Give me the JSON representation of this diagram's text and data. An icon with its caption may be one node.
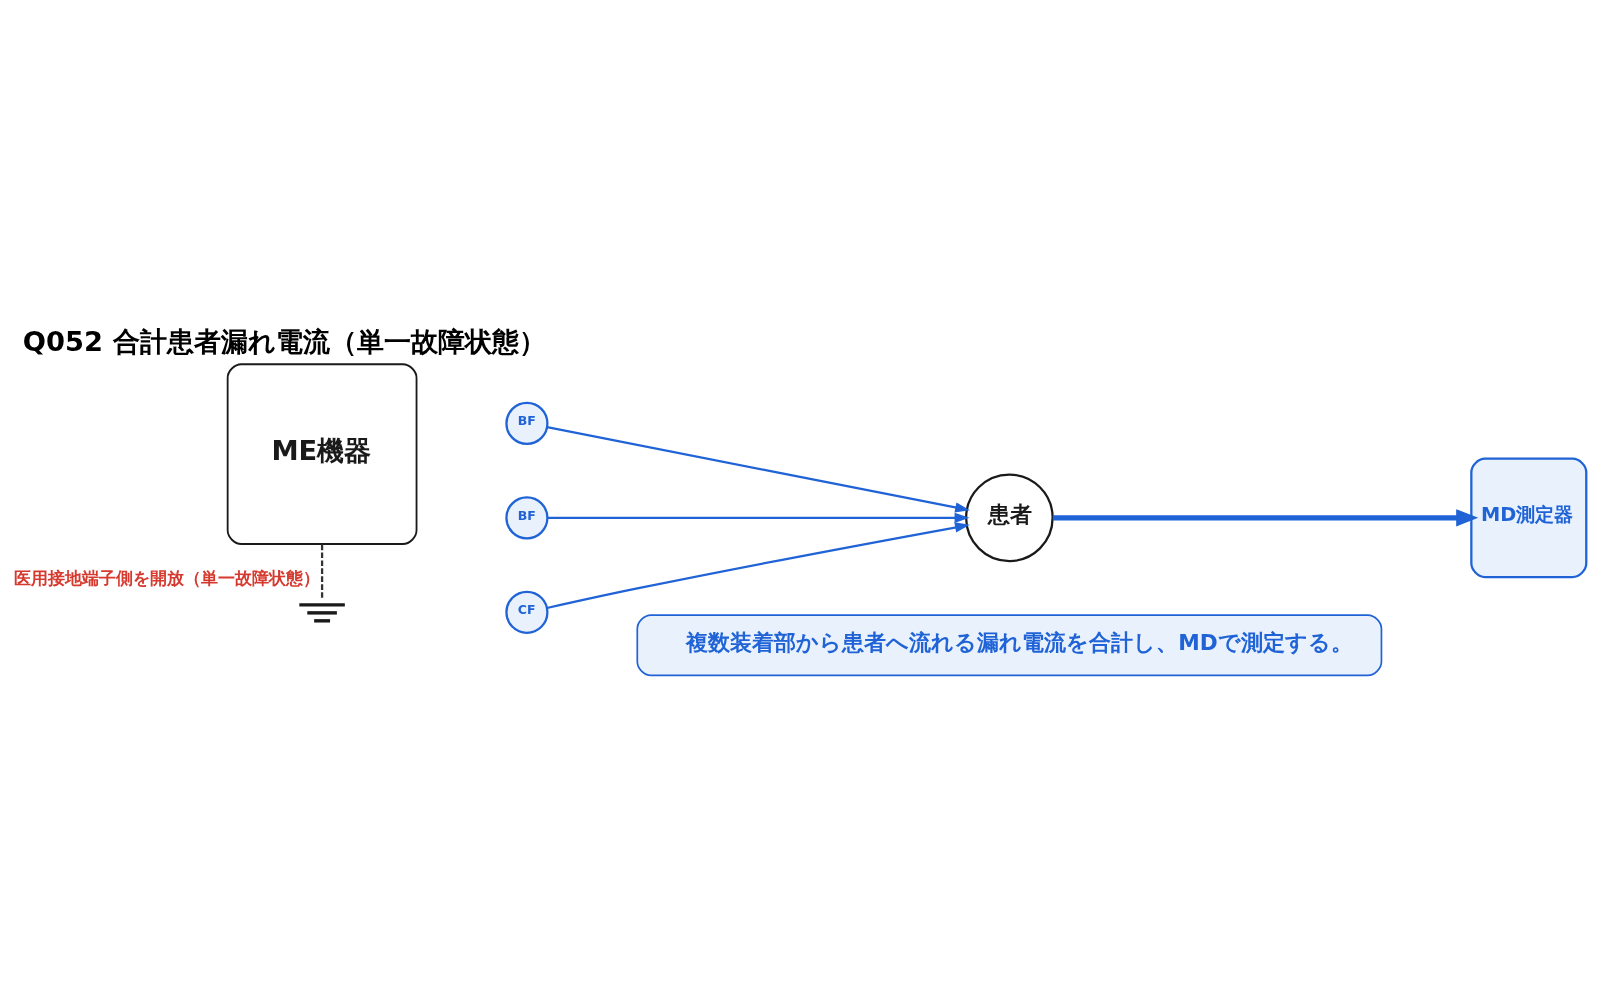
{
  "diagram": {
    "title": "Q052 合計患者漏れ電流（単一故障状態）",
    "nodes": [
      {
        "text": [
          "ME機器"
        ]
      },
      {
        "text": [
          "BF"
        ]
      },
      {
        "text": [
          "BF"
        ]
      },
      {
        "text": [
          "CF"
        ]
      },
      {
        "text": [
          "患者"
        ]
      },
      {
        "text": [
          "MD測定器"
        ]
      },
      {
        "text": [],
        "shape": "ground"
      },
      {
        "text": [
          "複数装着部から患者へ流れる漏れ電流を合計し、MDで測定する。"
        ]
      }
    ],
    "edges": [
      {
        "from": 1,
        "to": 4,
        "arrow": "to"
      },
      {
        "from": 2,
        "to": 4,
        "arrow": "to"
      },
      {
        "from": 3,
        "to": 4,
        "arrow": "to"
      },
      {
        "from": 4,
        "to": 5,
        "arrow": "to",
        "style": "thick"
      },
      {
        "from": 0,
        "to": 6,
        "arrow": "none",
        "style": "dashed",
        "color": "#333333",
        "label": "医用接地端子側を開放（単一故障状態）"
      }
    ]
  }
}
